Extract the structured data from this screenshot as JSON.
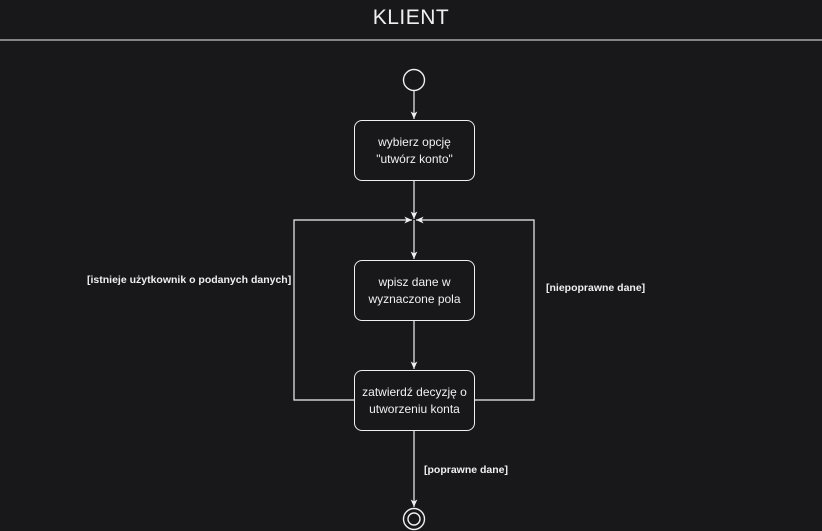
{
  "header": {
    "title": "KLIENT"
  },
  "nodes": {
    "select_option": "wybierz opcję \"utwórz konto\"",
    "enter_data": "wpisz dane w wyznaczone pola",
    "confirm": "zatwierdź decyzję o utworzeniu konta"
  },
  "guards": {
    "user_exists": "[istnieje użytkownik o podanych danych]",
    "invalid_data": "[niepoprawne dane]",
    "valid_data": "[poprawne dane]"
  },
  "colors": {
    "background": "#18181b",
    "stroke": "#f0f0f0"
  }
}
